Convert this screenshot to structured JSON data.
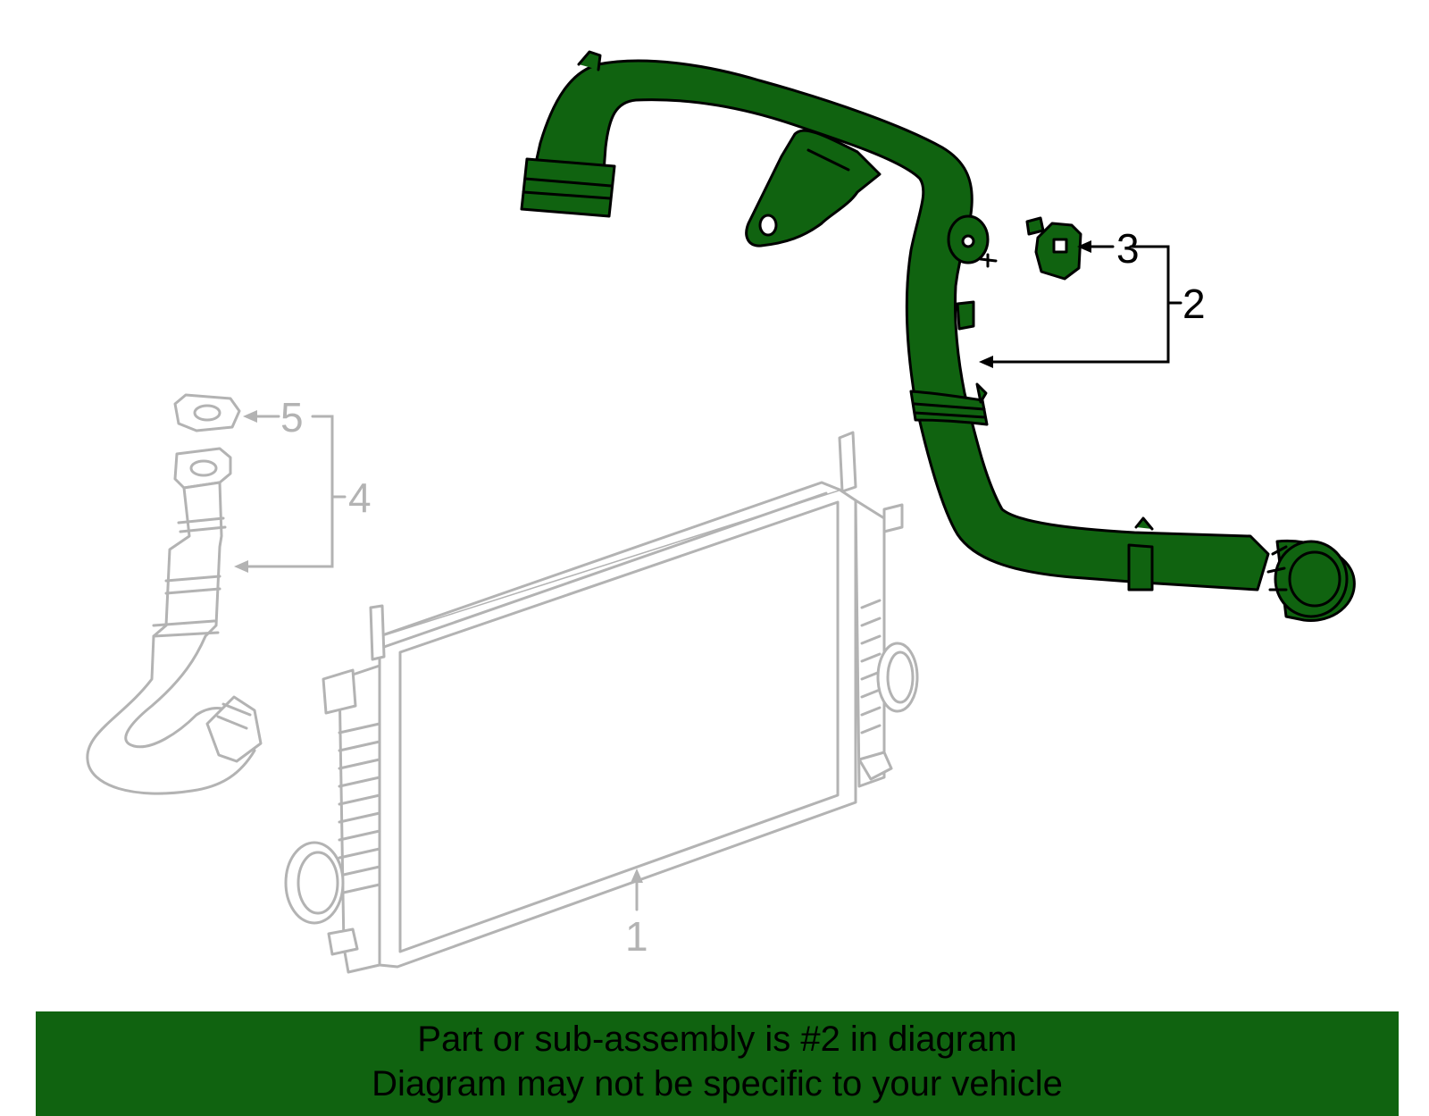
{
  "colors": {
    "highlight_fill": "#106310",
    "highlight_stroke": "#000000",
    "dim_stroke": "#b3b3b3",
    "banner_background": "#106310",
    "banner_text": "#000000"
  },
  "callouts": {
    "c1": "1",
    "c2": "2",
    "c3": "3",
    "c4": "4",
    "c5": "5"
  },
  "banner": {
    "line1": "Part or sub-assembly is #2 in diagram",
    "line2": "Diagram may not be specific to your vehicle"
  }
}
